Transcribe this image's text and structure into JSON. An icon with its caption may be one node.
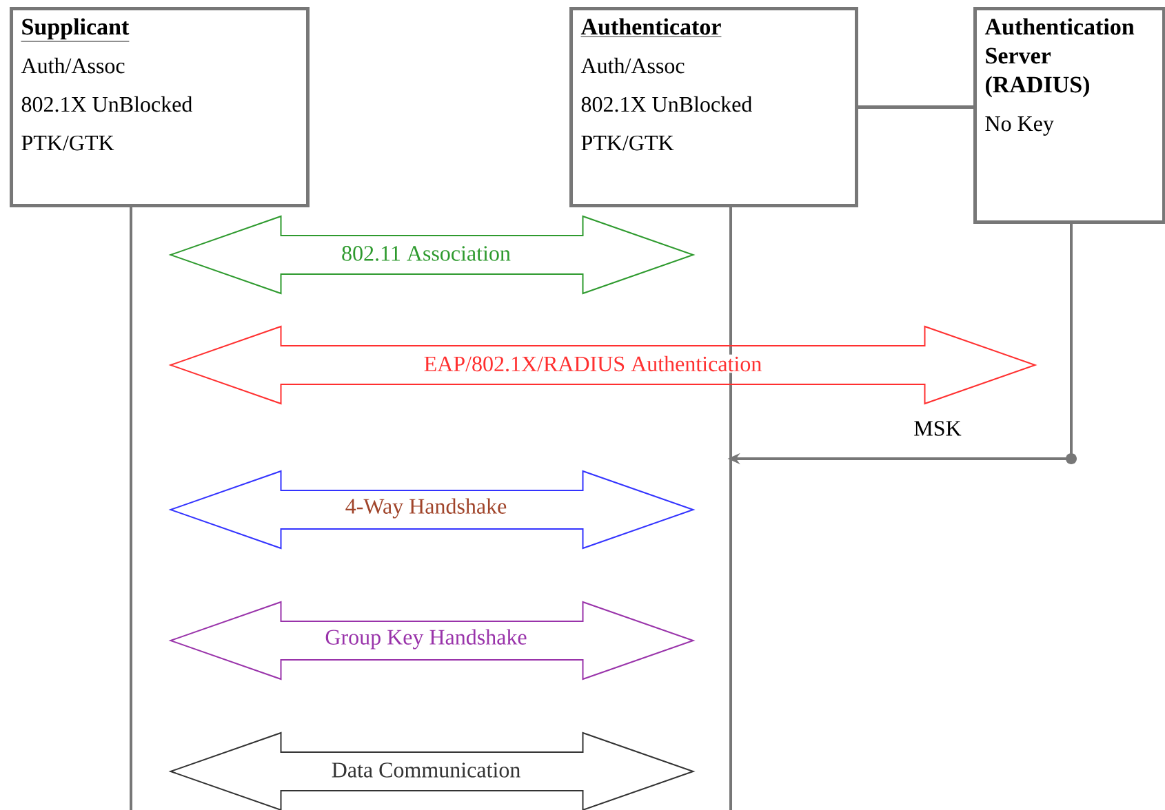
{
  "diagram": {
    "nodes": [
      {
        "text": [
          "Supplicant",
          "Auth/Assoc",
          "802.1X UnBlocked",
          "PTK/GTK"
        ]
      },
      {
        "text": [
          "Authenticator",
          "Auth/Assoc",
          "802.1X UnBlocked",
          "PTK/GTK"
        ]
      },
      {
        "text": [
          "Authentication Server (RADIUS)",
          "No Key"
        ]
      }
    ],
    "edges": [
      {
        "from": 1,
        "to": 2,
        "arrow": "none"
      },
      {
        "from": 0,
        "to": 1,
        "arrow": "both",
        "label": "802.11 Association",
        "color": "#2e9a2e"
      },
      {
        "from": 0,
        "to": 2,
        "arrow": "both",
        "label": "EAP/802.1X/RADIUS Authentication",
        "color": "#ff3030"
      },
      {
        "from": 2,
        "to": 1,
        "arrow": "to",
        "label": "MSK"
      },
      {
        "from": 0,
        "to": 1,
        "arrow": "both",
        "label": "4-Way Handshake",
        "color": "#3333ff"
      },
      {
        "from": 0,
        "to": 1,
        "arrow": "both",
        "label": "Group Key Handshake",
        "color": "#9933aa"
      },
      {
        "from": 0,
        "to": 1,
        "arrow": "both",
        "label": "Data Communication",
        "color": "#333333"
      }
    ]
  }
}
